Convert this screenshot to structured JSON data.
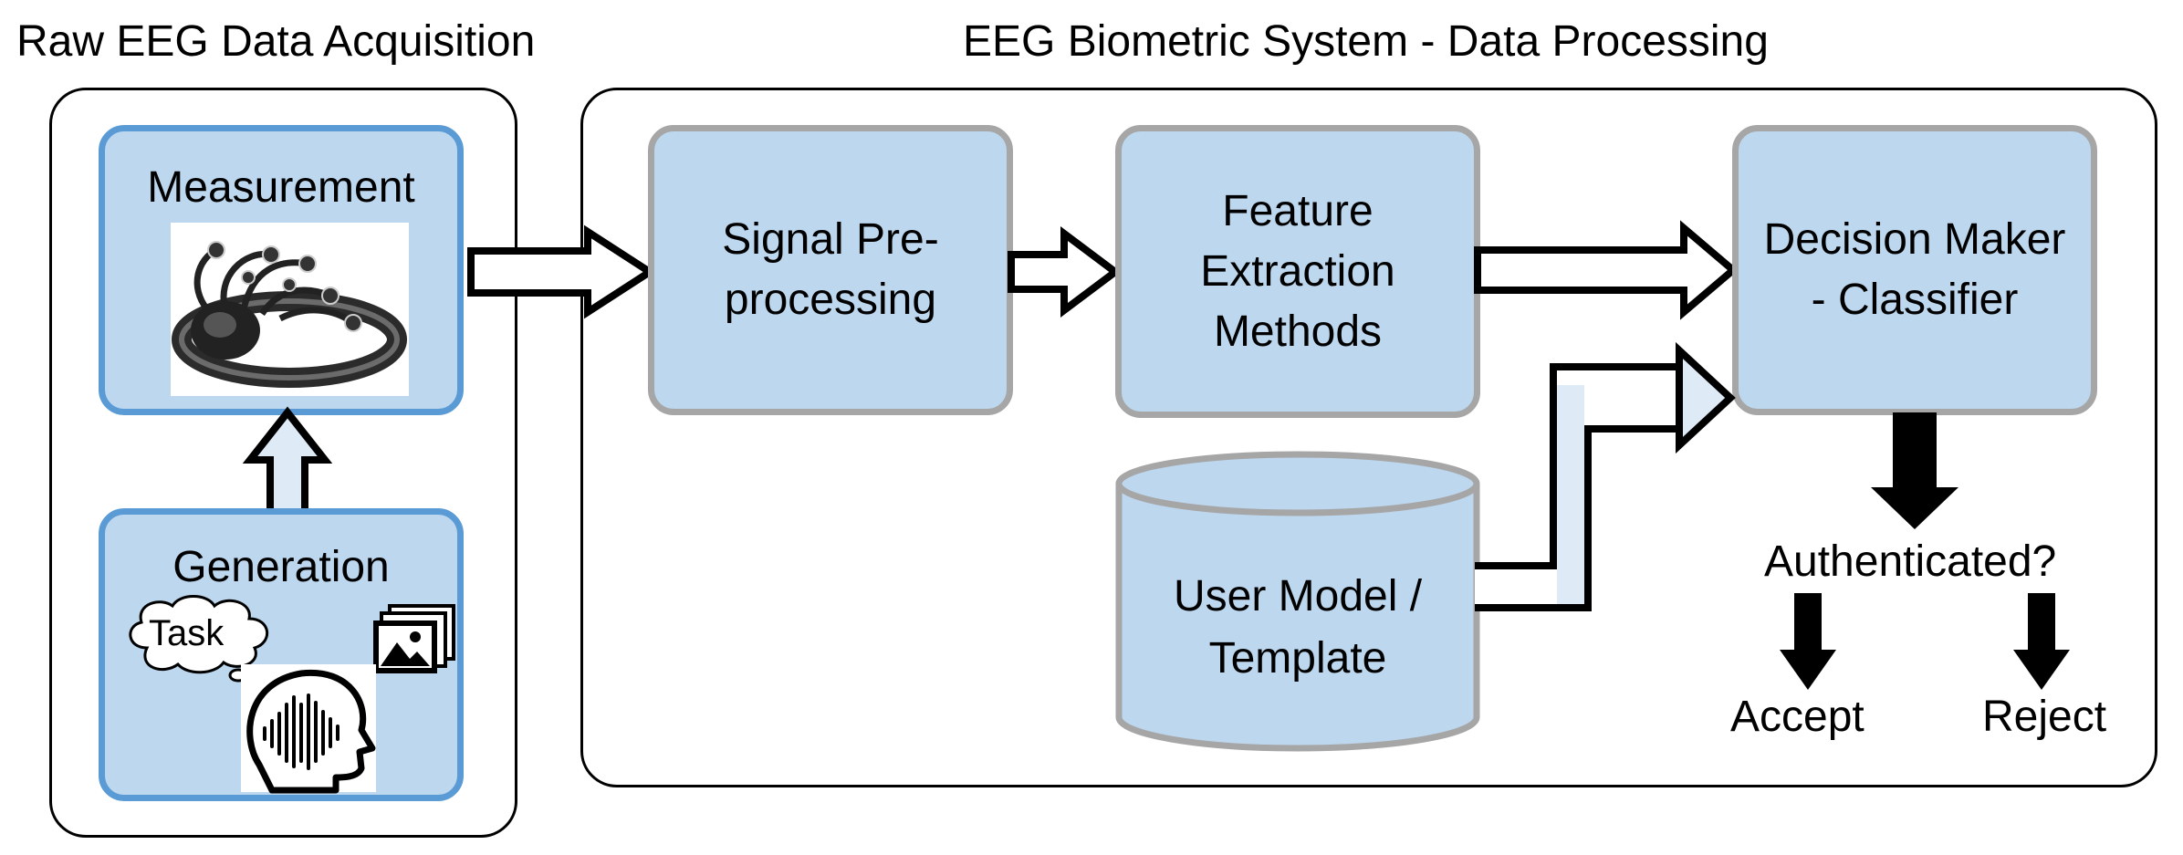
{
  "titles": {
    "acquisition": "Raw EEG Data Acquisition",
    "processing": "EEG Biometric System - Data Processing"
  },
  "acquisition": {
    "measurement_label": "Measurement",
    "generation_label": "Generation",
    "task_bubble": "Task"
  },
  "processing": {
    "preprocessing_line1": "Signal Pre-",
    "preprocessing_line2": "processing",
    "feature_line1": "Feature",
    "feature_line2": "Extraction",
    "feature_line3": "Methods",
    "decision_line1": "Decision Maker",
    "decision_line2": "- Classifier",
    "template_line1": "User Model /",
    "template_line2": "Template"
  },
  "outcomes": {
    "question": "Authenticated?",
    "accept": "Accept",
    "reject": "Reject"
  },
  "colors": {
    "box_fill": "#bdd7ee",
    "acquisition_border": "#5b9bd5",
    "processing_border": "#a6a6a6"
  }
}
